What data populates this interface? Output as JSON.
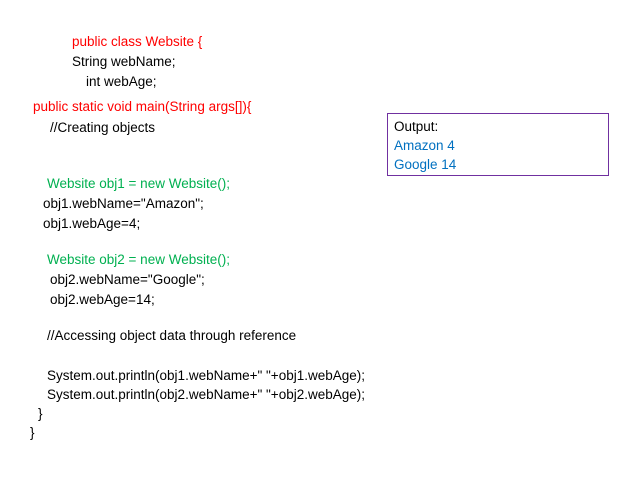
{
  "code": {
    "class_decl": "public class Website {",
    "field_name": "String webName;",
    "field_age": "int webAge;",
    "main_decl": "public static void main(String args[]){",
    "comment_create": "//Creating objects",
    "obj1_new": "Website obj1 = new Website();",
    "obj1_name": "obj1.webName=\"Amazon\";",
    "obj1_age": "obj1.webAge=4;",
    "obj2_new": "Website obj2 = new Website();",
    "obj2_name": "obj2.webName=\"Google\";",
    "obj2_age": "obj2.webAge=14;",
    "comment_access": "//Accessing object data through reference",
    "print1": "System.out.println(obj1.webName+\" \"+obj1.webAge);",
    "print2": "System.out.println(obj2.webName+\" \"+obj2.webAge);",
    "close_main": "}",
    "close_class": "}"
  },
  "output": {
    "title": "Output:",
    "lines": [
      "Amazon 4",
      "Google 14"
    ]
  },
  "colors": {
    "declaration": "#ff0000",
    "object_creation": "#00b050",
    "output_values": "#0070c0",
    "output_border": "#7030a0"
  }
}
